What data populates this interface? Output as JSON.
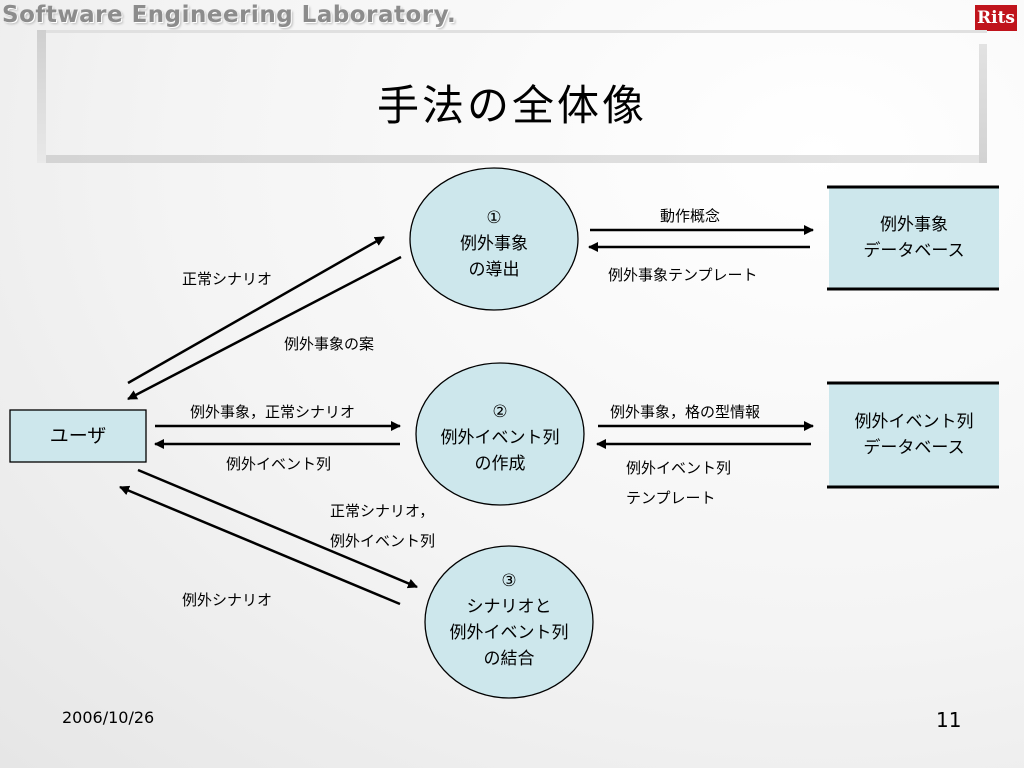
{
  "header": {
    "lab_name": "Software Engineering Laboratory.",
    "logo_text": "Rits"
  },
  "title": "手法の全体像",
  "nodes": {
    "step1": {
      "num": "①",
      "line1": "例外事象",
      "line2": "の導出"
    },
    "step2": {
      "num": "②",
      "line1": "例外イベント列",
      "line2": "の作成"
    },
    "step3": {
      "num": "③",
      "line1": "シナリオと",
      "line2": "例外イベント列",
      "line3": "の結合"
    },
    "user": "ユーザ",
    "db1": {
      "line1": "例外事象",
      "line2": "データベース"
    },
    "db2": {
      "line1": "例外イベント列",
      "line2": "データベース"
    }
  },
  "labels": {
    "motion_concept": "動作概念",
    "exception_template": "例外事象テンプレート",
    "normal_scenario": "正常シナリオ",
    "exception_proposal": "例外事象の案",
    "exc_normal": "例外事象，正常シナリオ",
    "exc_seq": "例外イベント列",
    "exc_case": "例外事象，格の型情報",
    "seq_template_1": "例外イベント列",
    "seq_template_2": "テンプレート",
    "normal_seq_1": "正常シナリオ，",
    "normal_seq_2": "例外イベント列",
    "exc_scenario": "例外シナリオ"
  },
  "footer": {
    "date": "2006/10/26",
    "page": "11"
  },
  "colors": {
    "node_fill": "#cde7ec",
    "logo": "#c0141c"
  }
}
